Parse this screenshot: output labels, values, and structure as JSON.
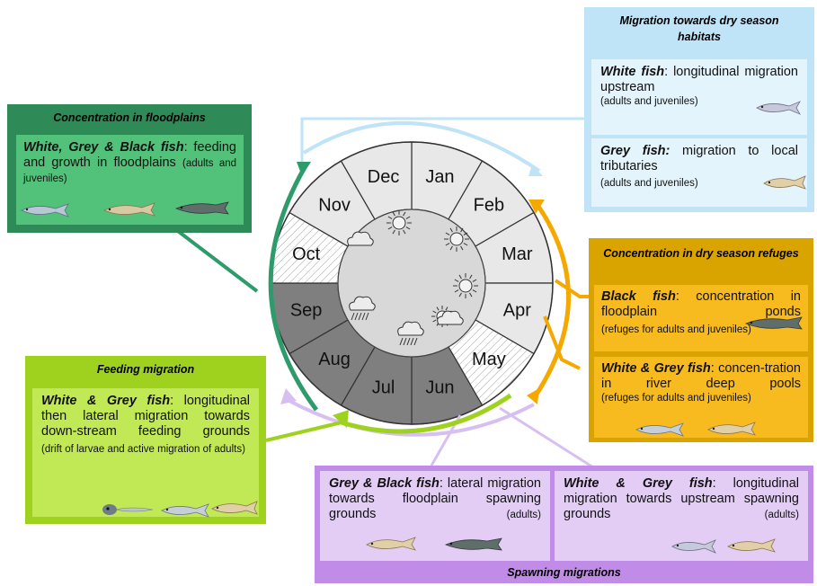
{
  "months": [
    "Jan",
    "Feb",
    "Mar",
    "Apr",
    "May",
    "Jun",
    "Jul",
    "Aug",
    "Sep",
    "Oct",
    "Nov",
    "Dec"
  ],
  "colors": {
    "dark_green": "#2e8b57",
    "light_green": "#9ed21e",
    "light_blue": "#cfe8f7",
    "orange": "#f5a800",
    "purple": "#c08ce8",
    "wet_season": "#7f7f7f",
    "dry_season": "#e8e8e8",
    "transition": "#ffffff"
  },
  "floodplains": {
    "title": "Concentration in floodplains",
    "text_bold": "White, Grey & Black fish",
    "text_rest": ": feeding and growth in floodplains",
    "text_small": "(adults and juveniles)"
  },
  "dry_habitats": {
    "title": "Migration towards dry season habitats",
    "white_bold": "White fish",
    "white_rest": ": longitudinal migration upstream",
    "white_small": "(adults and juveniles)",
    "grey_bold": "Grey fish:",
    "grey_rest": " migration to local tributaries",
    "grey_small": "(adults and juveniles)"
  },
  "refuges": {
    "title": "Concentration in dry season refuges",
    "black_bold": "Black fish",
    "black_rest": ": concentration in floodplain ponds",
    "black_small": "(refuges for adults and juveniles)",
    "wg_bold": "White & Grey fish",
    "wg_rest": ": concen-tration in river deep pools",
    "wg_small": "(refuges for adults and juveniles)"
  },
  "feeding": {
    "title": "Feeding migration",
    "bold": "White & Grey fish",
    "rest": ": longitudinal then lateral migration towards down-stream feeding grounds",
    "small": "(drift of larvae and active migration of adults)"
  },
  "spawning": {
    "title": "Spawning migrations",
    "gb_bold": "Grey & Black fish",
    "gb_rest": ": lateral migration towards floodplain spawning grounds",
    "gb_small": "(adults)",
    "wg_bold": "White & Grey fish",
    "wg_rest": ": longitudinal migration towards upstream spawning grounds",
    "wg_small": "(adults)"
  },
  "icons": [
    "sun-icon",
    "sun-cloud-icon",
    "rain-cloud-icon",
    "white-fish-icon",
    "grey-fish-icon",
    "black-fish-icon",
    "larva-icon"
  ]
}
